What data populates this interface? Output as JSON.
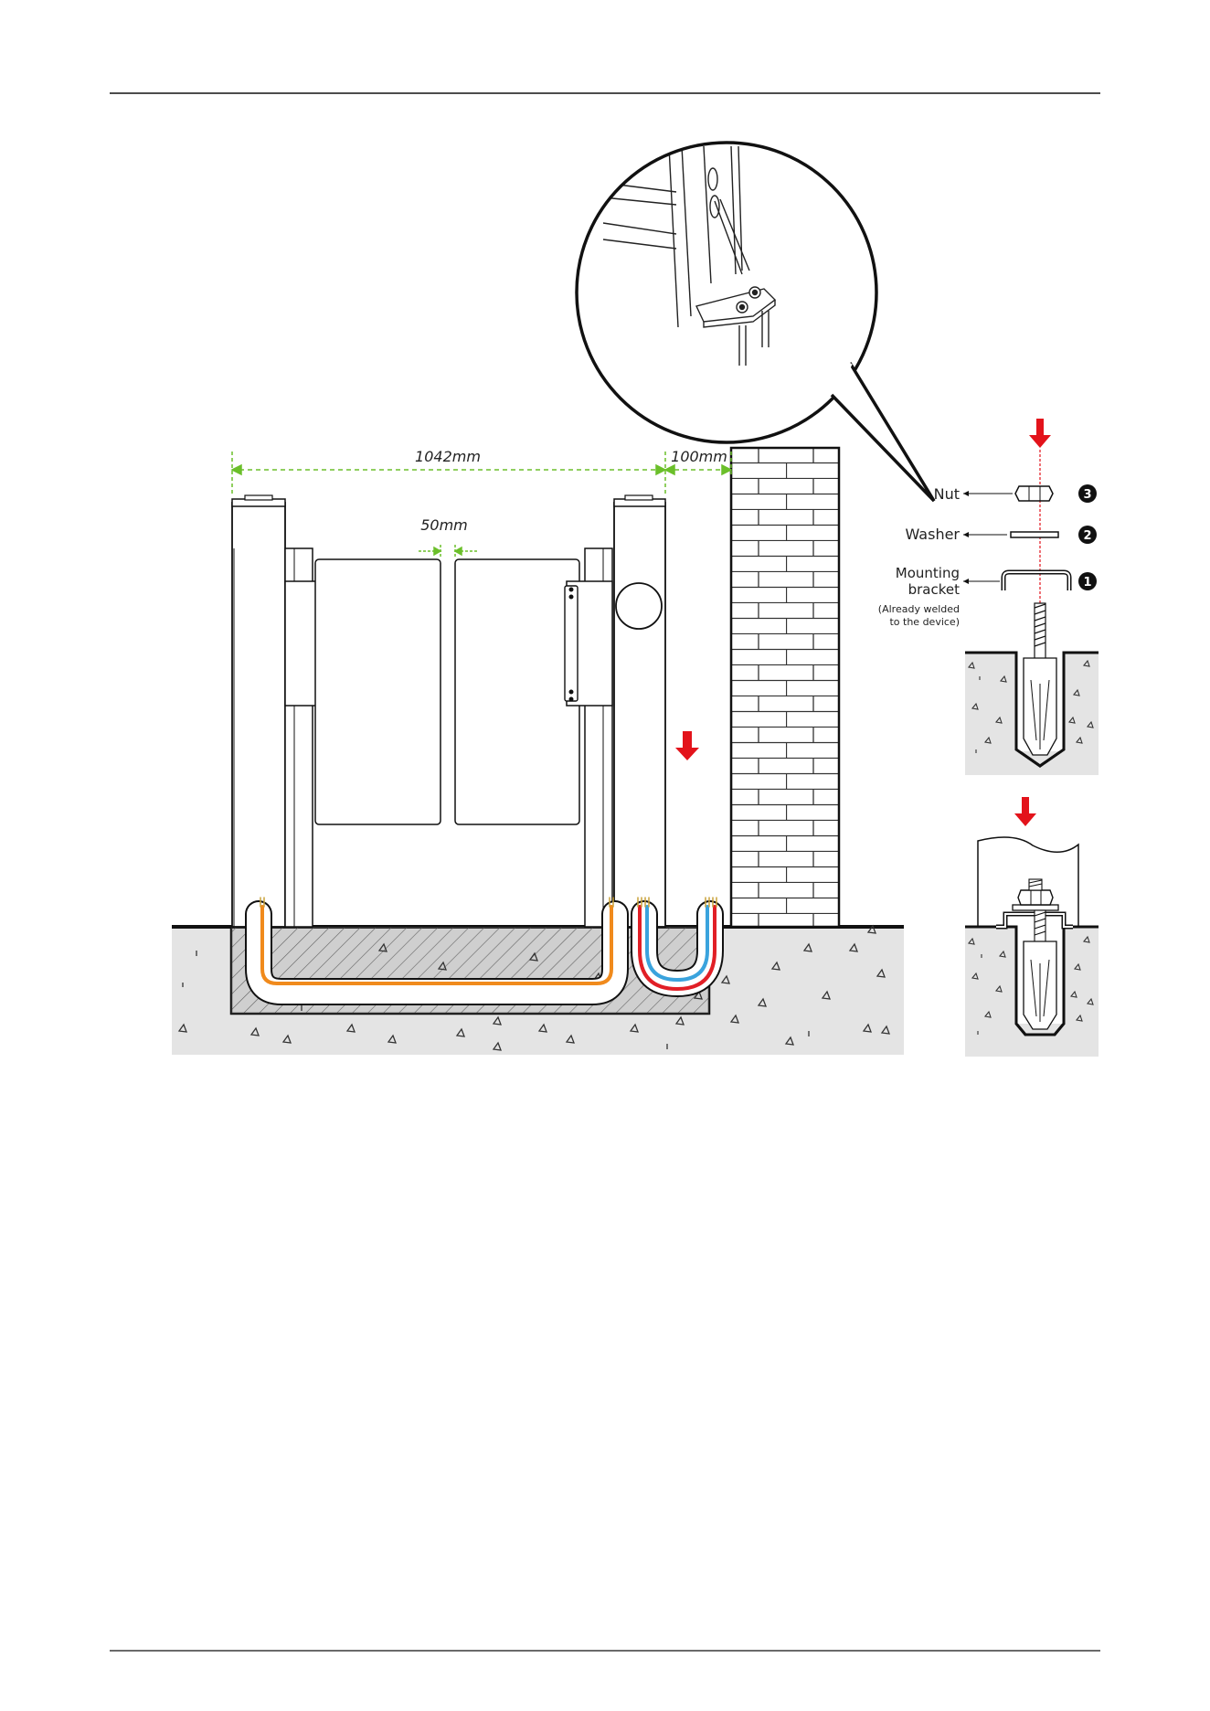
{
  "dimensions": {
    "overall_width": "1042mm",
    "wall_gap": "100mm",
    "door_gap": "50mm"
  },
  "parts": [
    {
      "number": "3",
      "label": "Nut"
    },
    {
      "number": "2",
      "label": "Washer"
    },
    {
      "number": "1",
      "label": "Mounting bracket"
    }
  ],
  "parts_note": "(Already welded to the device)",
  "colors": {
    "dimension_green": "#6bbf2a",
    "arrow_red": "#e3131b",
    "cable_orange": "#f08a1c",
    "cable_red": "#e11f26",
    "cable_blue": "#3aa3dd",
    "ground_grey": "#e4e4e4"
  }
}
